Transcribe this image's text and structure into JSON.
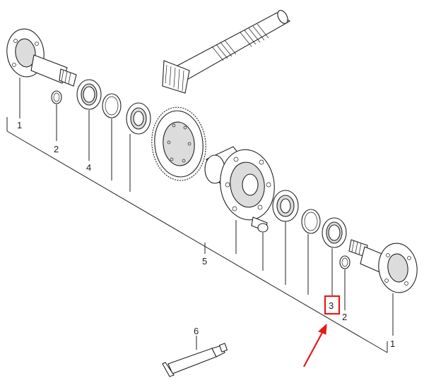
{
  "callouts": {
    "c1_top": "1",
    "c2_left": "2",
    "c4": "4",
    "c5": "5",
    "c6": "6",
    "c3": "3",
    "c2_right": "2",
    "c1_bottom": "1"
  },
  "colors": {
    "line": "#222222",
    "highlight": "#e41b17",
    "arrow": "#e41b17"
  }
}
